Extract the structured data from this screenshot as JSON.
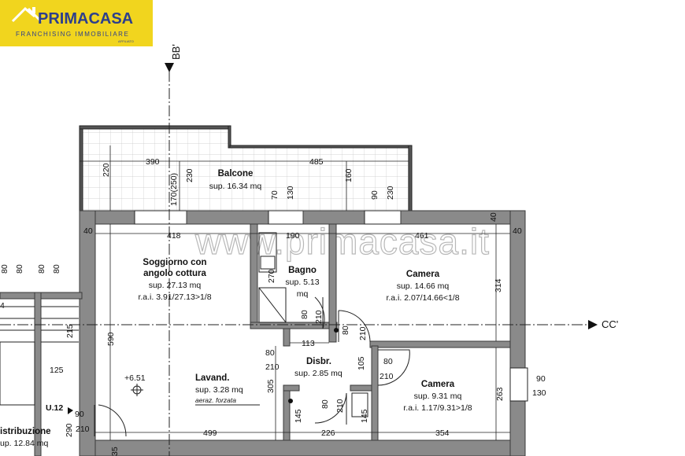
{
  "logo": {
    "brand": "PRIMACASA",
    "tagline": "FRANCHISING IMMOBILIARE",
    "affiliate": "AFFILIATO"
  },
  "watermark": "www.primacasa.it",
  "sections": {
    "bb": "BB'",
    "cc": "CC'"
  },
  "rooms": {
    "balcone": {
      "name": "Balcone",
      "area": "sup. 16.34 mq"
    },
    "soggiorno": {
      "name1": "Soggiorno con",
      "name2": "angolo cottura",
      "area": "sup. 27.13 mq",
      "rai": "r.a.i. 3.91/27.13>1/8"
    },
    "bagno": {
      "name": "Bagno",
      "area1": "sup. 5.13",
      "area2": "mq"
    },
    "camera1": {
      "name": "Camera",
      "area": "sup. 14.66 mq",
      "rai": "r.a.i. 2.07/14.66<1/8"
    },
    "camera2": {
      "name": "Camera",
      "area": "sup. 9.31 mq",
      "rai": "r.a.i. 1.17/9.31>1/8"
    },
    "lavand": {
      "name": "Lavand.",
      "area": "sup. 3.28 mq",
      "note": "aeraz. forzata"
    },
    "disbr": {
      "name": "Disbr.",
      "area": "sup. 2.85 mq"
    },
    "distribuzione": {
      "name": "istribuzione",
      "area": "up. 12.84 mq"
    }
  },
  "level": "+6.51",
  "unit_label": "U.12",
  "dimensions": {
    "balc_220": "220",
    "balc_390": "390",
    "balc_170_250": "170(250)",
    "balc_230": "230",
    "balc_485": "485",
    "balc_160": "160",
    "balc_70": "70",
    "balc_130": "130",
    "balc_90": "90",
    "balc_230b": "230",
    "w40a": "40",
    "w40b": "40",
    "w40c": "40",
    "d418": "418",
    "d190": "190",
    "d461": "461",
    "d270": "270",
    "d80a": "80",
    "d210a": "210",
    "d113": "113",
    "d80b": "80",
    "d210b": "210",
    "d590": "590",
    "d314": "314",
    "d80c": "80",
    "d210c": "210",
    "d105": "105",
    "d80d": "80",
    "d210d": "210",
    "d80e": "80",
    "d210e": "210",
    "d305": "305",
    "d145a": "145",
    "d145b": "145",
    "d263": "263",
    "d90a": "90",
    "d130a": "130",
    "d499": "499",
    "d226": "226",
    "d354": "354",
    "d210f": "210",
    "d90b": "90",
    "d290": "290",
    "d35": "35",
    "left80a": "80",
    "left80b": "80",
    "left80c": "80",
    "left80d": "80",
    "left4": "4",
    "left215": "215",
    "left125": "125"
  }
}
